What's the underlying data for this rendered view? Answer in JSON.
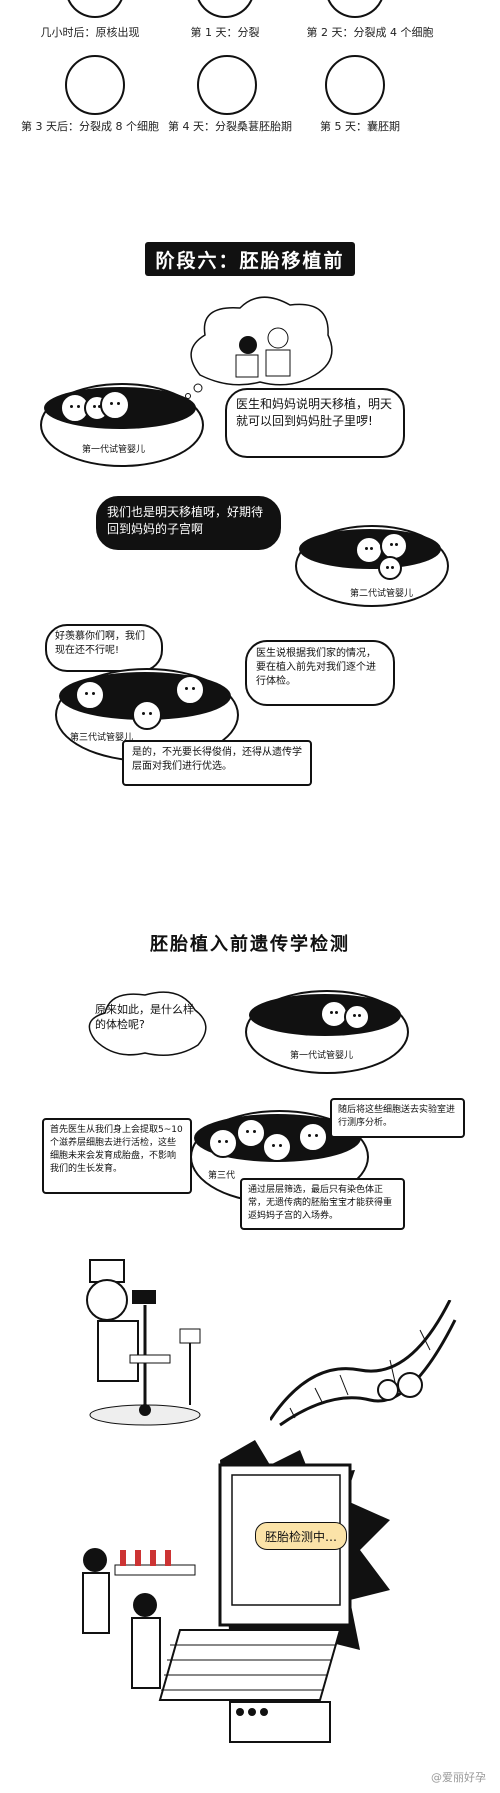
{
  "cell_stages": [
    {
      "caption": "几小时后：原核出现"
    },
    {
      "caption": "第 1 天：分裂"
    },
    {
      "caption": "第 2 天：分裂成 4 个细胞"
    },
    {
      "caption": "第 3 天后：分裂成 8 个细胞"
    },
    {
      "caption": "第 4 天：分裂桑葚胚胎期"
    },
    {
      "caption": "第 5 天：囊胚期"
    }
  ],
  "stage_title": "阶段六：胚胎移植前",
  "panel1": {
    "speech": "医生和妈妈说明天移植，明天就可以回到妈妈肚子里啰!",
    "dish_label": "第一代试管婴儿"
  },
  "panel2": {
    "speech": "我们也是明天移植呀，好期待回到妈妈的子宫啊",
    "dish_label": "第二代试管婴儿"
  },
  "panel3": {
    "speech_left": "好羡慕你们啊，我们现在还不行呢!",
    "speech_right": "医生说根据我们家的情况，要在植入前先对我们逐个进行体检。",
    "speech_bottom": "是的，不光要长得俊俏，还得从遗传学层面对我们进行优选。",
    "dish_label": "第三代试管婴儿"
  },
  "section_title": "胚胎植入前遗传学检测",
  "panel4": {
    "speech": "原来如此，是什么样的体检呢?",
    "dish_label": "第一代试管婴儿"
  },
  "panel5": {
    "speech_left": "首先医生从我们身上会提取5~10 个滋养层细胞去进行活检，这些细胞未来会发育成胎盘，不影响我们的生长发育。",
    "speech_right": "随后将这些细胞送去实验室进行测序分析。",
    "speech_bottom": "通过层层筛选，最后只有染色体正常，无遗传病的胚胎宝宝才能获得重返妈妈子宫的入场券。",
    "dish_label": "第三代"
  },
  "screen_text": "胚胎检测中…",
  "watermark": "@爱丽好孕"
}
